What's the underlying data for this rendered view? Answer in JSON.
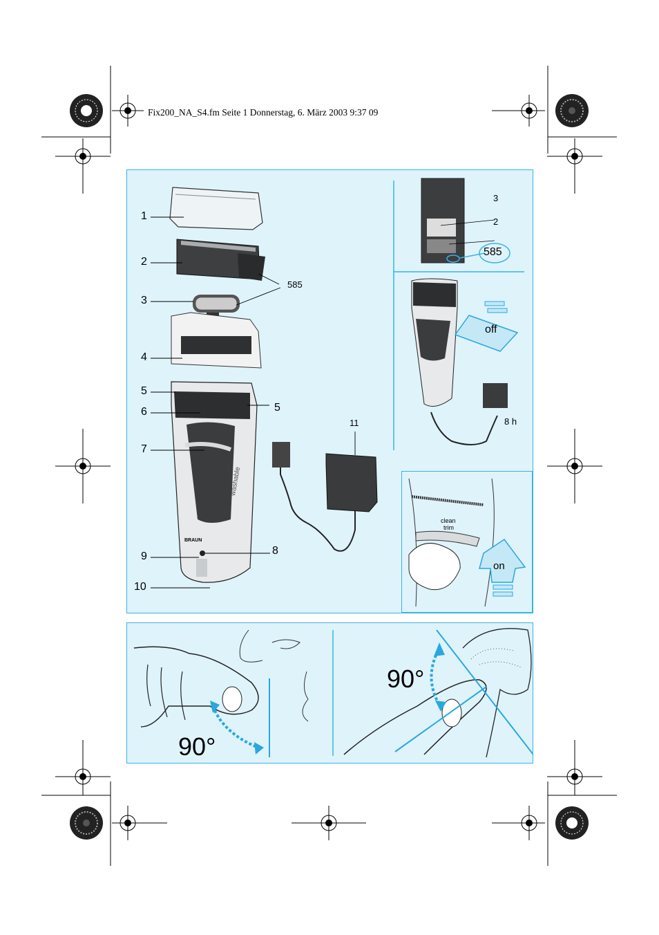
{
  "header": {
    "text": "Fix200_NA_S4.fm  Seite 1  Donnerstag, 6. März 2003  9:37 09"
  },
  "labels": {
    "n1": "1",
    "n2": "2",
    "n3": "3",
    "n4": "4",
    "n5a": "5",
    "n5b": "5",
    "n6": "6",
    "n7": "7",
    "n8": "8",
    "n9": "9",
    "n10": "10",
    "n11": "11",
    "part585": "585",
    "pkg3": "3",
    "pkg2": "2",
    "pkg585": "585",
    "off": "off",
    "charge": "8 h",
    "clean": "clean",
    "trim": "trim",
    "on": "on",
    "angle_left": "90°",
    "angle_right": "90°",
    "washable": "washable",
    "brand": "BRAUN"
  },
  "colors": {
    "panel_bg": "#dff3fb",
    "panel_border": "#37b4e4",
    "accent_arrow": "#29a8df"
  }
}
